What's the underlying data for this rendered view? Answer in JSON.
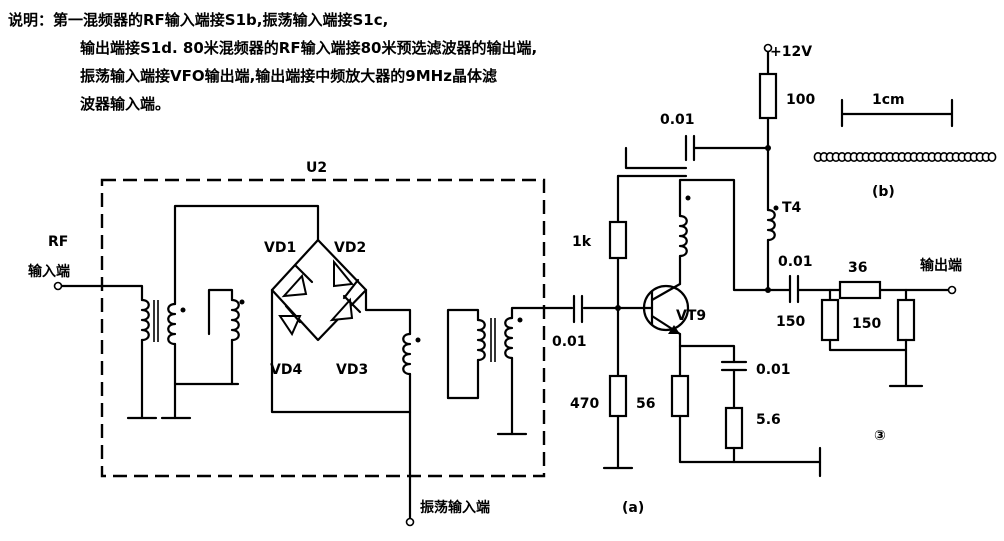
{
  "note": {
    "lines": [
      "说明：第一混频器的RF输入端接S1b,振荡输入端接S1c,",
      "输出端接S1d. 80米混频器的RF输入端接80米预选滤波器的输出端,",
      "振荡输入端接VFO输出端,输出端接中频放大器的9MHz晶体滤",
      "波器输入端。"
    ]
  },
  "labels": {
    "u2": "U2",
    "rf_line1": "RF",
    "rf_line2": "输入端",
    "vd1": "VD1",
    "vd2": "VD2",
    "vd3": "VD3",
    "vd4": "VD4",
    "osc_in": "振荡输入端",
    "supply": "+12V",
    "r_top": "100",
    "c_top": "0.01",
    "t4": "T4",
    "c_out": "0.01",
    "r_series": "36",
    "output": "输出端",
    "r_1k": "1k",
    "vt9": "VT9",
    "c_in": "0.01",
    "c_150": "150",
    "r_150": "150",
    "r_470": "470",
    "r_56": "56",
    "c_emit": "0.01",
    "r_56b": "5.6",
    "fig_a": "(a)",
    "fig_b": "(b)",
    "scale": "1cm",
    "panel_no": "③"
  }
}
